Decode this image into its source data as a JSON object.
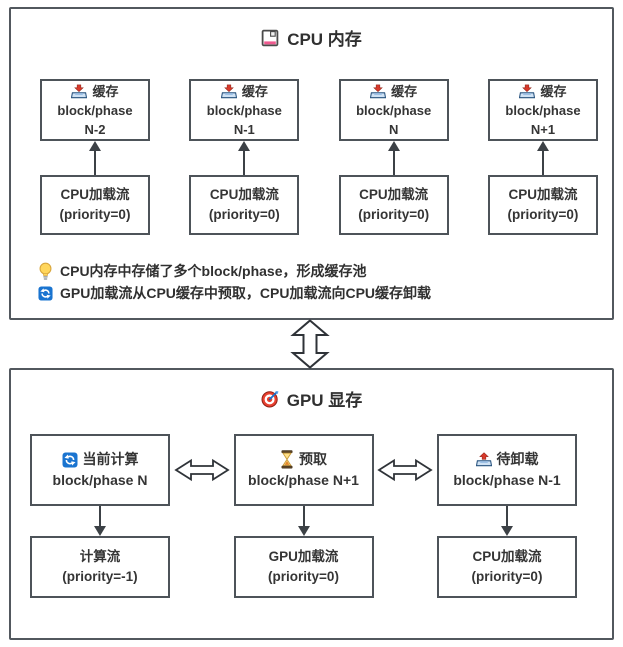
{
  "colors": {
    "panel_border": "#52585e",
    "box_border": "#4d5359",
    "arrow": "#3c4146",
    "text": "#333333",
    "accent_red": "#d8392b",
    "accent_blue": "#1a74d0",
    "accent_yellow": "#ffd65c",
    "accent_pink": "#ef5a8f",
    "tray_blue": "#cfe2f4"
  },
  "cpu_panel": {
    "title": "CPU 内存",
    "title_icon": "floppy-disk-icon",
    "cache_boxes": [
      {
        "icon": "inbox-tray-icon",
        "label": "缓存",
        "line2": "block/phase",
        "line3": "N-2"
      },
      {
        "icon": "inbox-tray-icon",
        "label": "缓存",
        "line2": "block/phase",
        "line3": "N-1"
      },
      {
        "icon": "inbox-tray-icon",
        "label": "缓存",
        "line2": "block/phase",
        "line3": "N"
      },
      {
        "icon": "inbox-tray-icon",
        "label": "缓存",
        "line2": "block/phase",
        "line3": "N+1"
      }
    ],
    "stream_boxes": [
      {
        "line1": "CPU加载流",
        "line2": "(priority=0)"
      },
      {
        "line1": "CPU加载流",
        "line2": "(priority=0)"
      },
      {
        "line1": "CPU加载流",
        "line2": "(priority=0)"
      },
      {
        "line1": "CPU加载流",
        "line2": "(priority=0)"
      }
    ],
    "notes": [
      {
        "icon": "light-bulb-icon",
        "text": "CPU内存中存储了多个block/phase，形成缓存池"
      },
      {
        "icon": "sync-icon",
        "text": "GPU加载流从CPU缓存中预取，CPU加载流向CPU缓存卸载"
      }
    ]
  },
  "gpu_panel": {
    "title": "GPU 显存",
    "title_icon": "dartboard-icon",
    "columns": [
      {
        "icon": "sync-icon",
        "line1": "当前计算",
        "line2": "block/phase N",
        "stream1": "计算流",
        "stream2": "(priority=-1)"
      },
      {
        "icon": "hourglass-icon",
        "line1": "预取",
        "line2": "block/phase N+1",
        "stream1": "GPU加载流",
        "stream2": "(priority=0)"
      },
      {
        "icon": "outbox-tray-icon",
        "line1": "待卸载",
        "line2": "block/phase N-1",
        "stream1": "CPU加载流",
        "stream2": "(priority=0)"
      }
    ]
  }
}
